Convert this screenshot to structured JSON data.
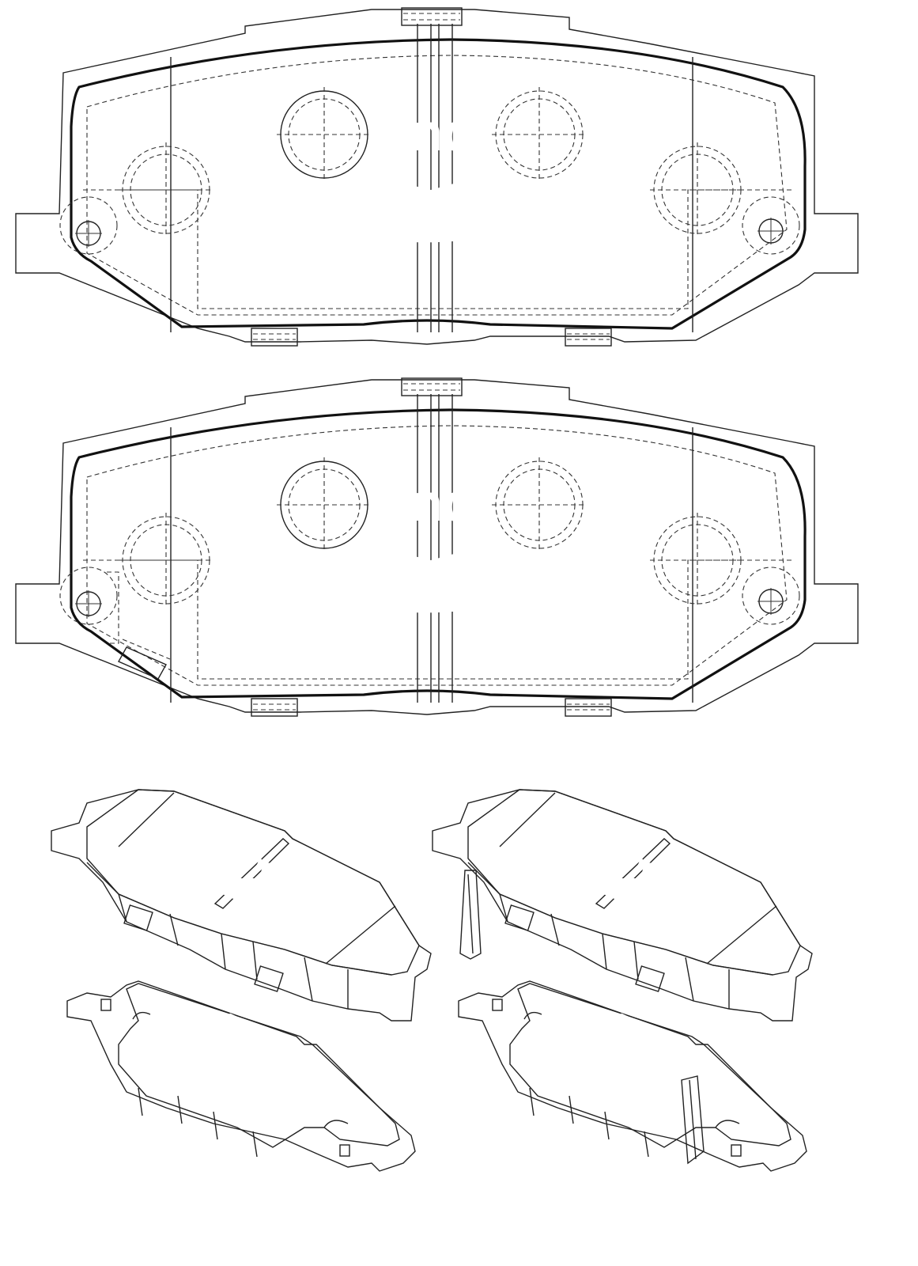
{
  "watermark": {
    "brand": "Bendix"
  },
  "colors": {
    "friction_fill": "#dff0f7",
    "backing_grey": "#dcdcdc",
    "line": "#222222",
    "watermark": "#ffffff"
  },
  "views": [
    {
      "name": "top-pad-front-view"
    },
    {
      "name": "bottom-pad-front-view"
    },
    {
      "name": "iso-left-pad-friction-side"
    },
    {
      "name": "iso-left-pad-backing-side"
    },
    {
      "name": "iso-right-pad-friction-side"
    },
    {
      "name": "iso-right-pad-backing-side"
    }
  ]
}
